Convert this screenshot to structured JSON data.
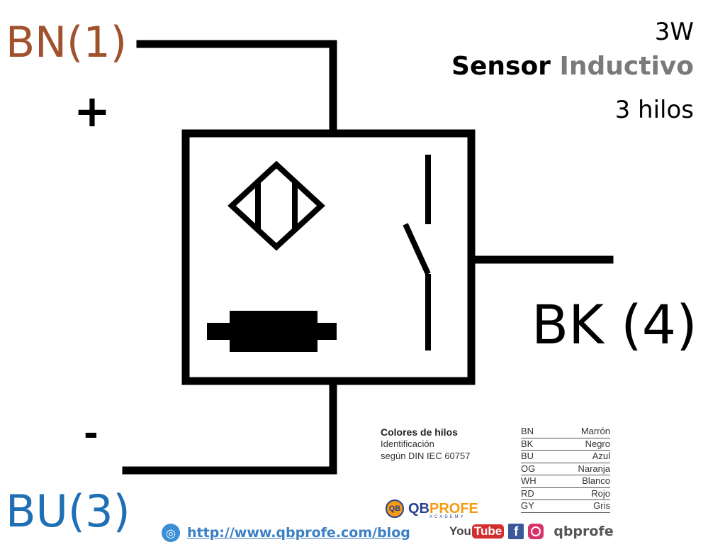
{
  "labels": {
    "brown_wire": "BN(1)",
    "plus": "+",
    "minus": "-",
    "blue_wire": "BU(3)",
    "black_wire": "BK (4)"
  },
  "title": {
    "type": "3W",
    "main_bold": "Sensor",
    "main_gray": "Inductivo",
    "subtitle": "3 hilos"
  },
  "legend": {
    "title": "Colores de hilos",
    "line2": "Identificación",
    "line3": "según DIN IEC 60757",
    "rows": [
      {
        "code": "BN",
        "name": "Marrón"
      },
      {
        "code": "BK",
        "name": "Negro"
      },
      {
        "code": "BU",
        "name": "Azul"
      },
      {
        "code": "OG",
        "name": "Naranja"
      },
      {
        "code": "WH",
        "name": "Blanco"
      },
      {
        "code": "RD",
        "name": "Rojo"
      },
      {
        "code": "GY",
        "name": "Gris"
      }
    ]
  },
  "branding": {
    "badge": "QB",
    "logo_main": "QB",
    "logo_accent": "PROFE",
    "logo_sub": "ACADEMY",
    "url": "http://www.qbprofe.com/blog",
    "youtube_you": "You",
    "youtube_tube": "Tube",
    "facebook_letter": "f",
    "social_name": "qbprofe"
  },
  "colors": {
    "brown": "#a0522d",
    "blue": "#1f6fb5",
    "gray": "#7a7a7a",
    "brand_blue": "#2a3f8f",
    "brand_orange": "#f39c12",
    "link": "#3b7fc4"
  }
}
